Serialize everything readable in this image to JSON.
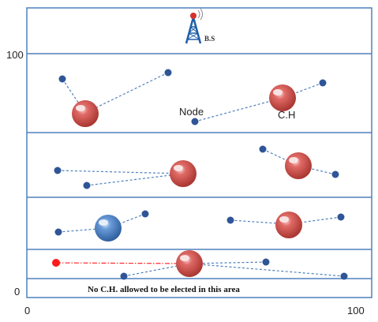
{
  "axes": {
    "y_top": "100",
    "y_bottom": "0",
    "x_left": "0",
    "x_right": "100"
  },
  "labels": {
    "base_station": "B.S",
    "node": "Node",
    "cluster_head": "C.H",
    "restriction_note": "No C.H. allowed to be elected in this area"
  },
  "colors": {
    "frame": "#4f81bd",
    "link": "#4f81bd",
    "node": "#2f5597",
    "cluster_head": "#c0504d",
    "special_cluster_head": "#4f81bd",
    "restricted_node": "#ff0000",
    "tower": "#1f5fa8"
  },
  "icons": {
    "base_station": "radio-tower-icon",
    "node": "small-blue-dot-icon",
    "cluster_head": "red-sphere-icon"
  }
}
